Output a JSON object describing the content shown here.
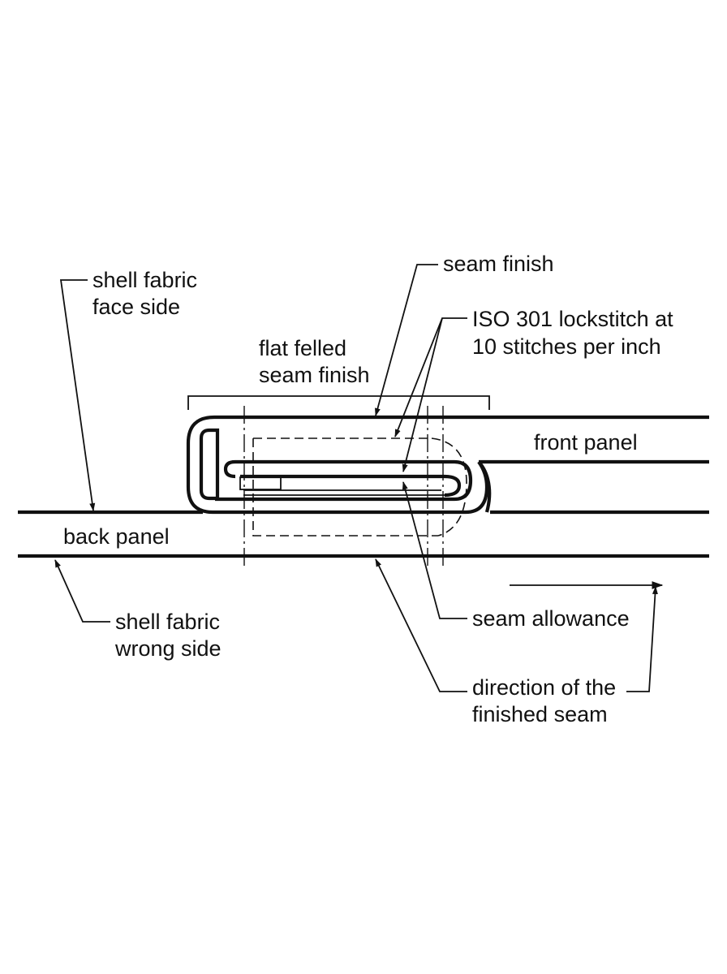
{
  "labels": {
    "seam_finish": "seam finish",
    "shell_fabric_face_side": [
      "shell fabric",
      "face side"
    ],
    "iso_lockstitch": [
      "ISO 301 lockstitch at",
      "10 stitches per inch"
    ],
    "flat_felled_seam_finish": [
      "flat felled",
      "seam finish"
    ],
    "front_panel": "front panel",
    "back_panel": "back panel",
    "shell_fabric_wrong_side": [
      "shell fabric",
      "wrong side"
    ],
    "seam_allowance": "seam allowance",
    "direction_of_finished_seam": [
      "direction of the",
      "finished seam"
    ]
  },
  "colors": {
    "ink": "#111111",
    "background": "#ffffff"
  }
}
